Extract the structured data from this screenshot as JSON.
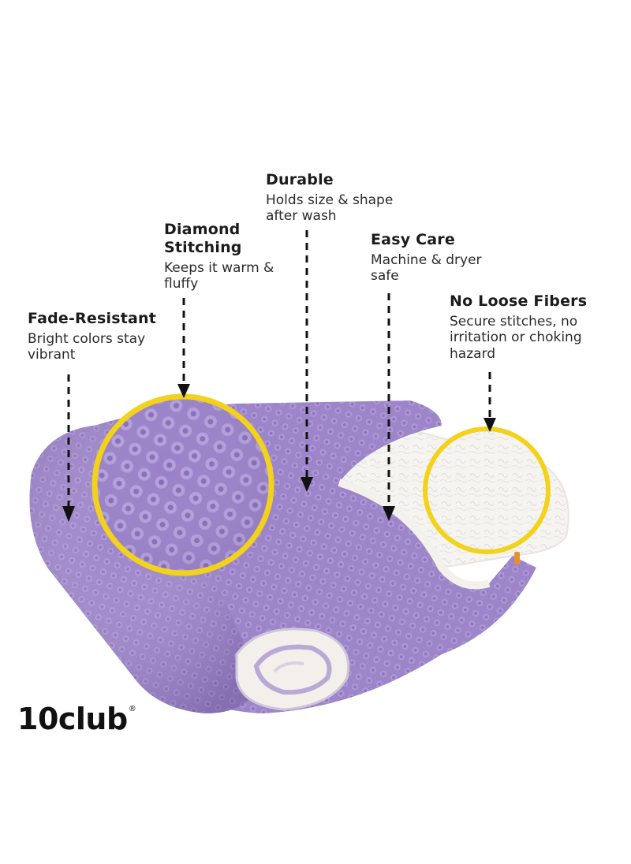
{
  "features": {
    "fade_resistant": {
      "title": "Fade-Resistant",
      "desc_lines": [
        "Bright colors stay",
        "vibrant"
      ]
    },
    "diamond_stitching": {
      "title_lines": [
        "Diamond",
        "Stitching"
      ],
      "desc_lines": [
        "Keeps it warm &",
        "fluffy"
      ]
    },
    "durable": {
      "title": "Durable",
      "desc_lines": [
        "Holds size & shape",
        "after wash"
      ]
    },
    "easy_care": {
      "title": "Easy Care",
      "desc_lines": [
        "Machine & dryer",
        "safe"
      ]
    },
    "no_loose_fibers": {
      "title": "No Loose Fibers",
      "desc_lines": [
        "Secure stitches, no",
        "irritation or choking",
        "hazard"
      ]
    }
  },
  "brand": {
    "name": "10club",
    "mark": "®"
  },
  "colors": {
    "blanket_purple": "#9d85c9",
    "blanket_purple_dark": "#7f67ad",
    "sherpa_white": "#f4f2ef",
    "zoom_ring": "#f2d21b",
    "arrow": "#111111"
  },
  "icons": {
    "arrow": "dashed-down-arrow-icon",
    "zoom": "magnified-circle"
  }
}
